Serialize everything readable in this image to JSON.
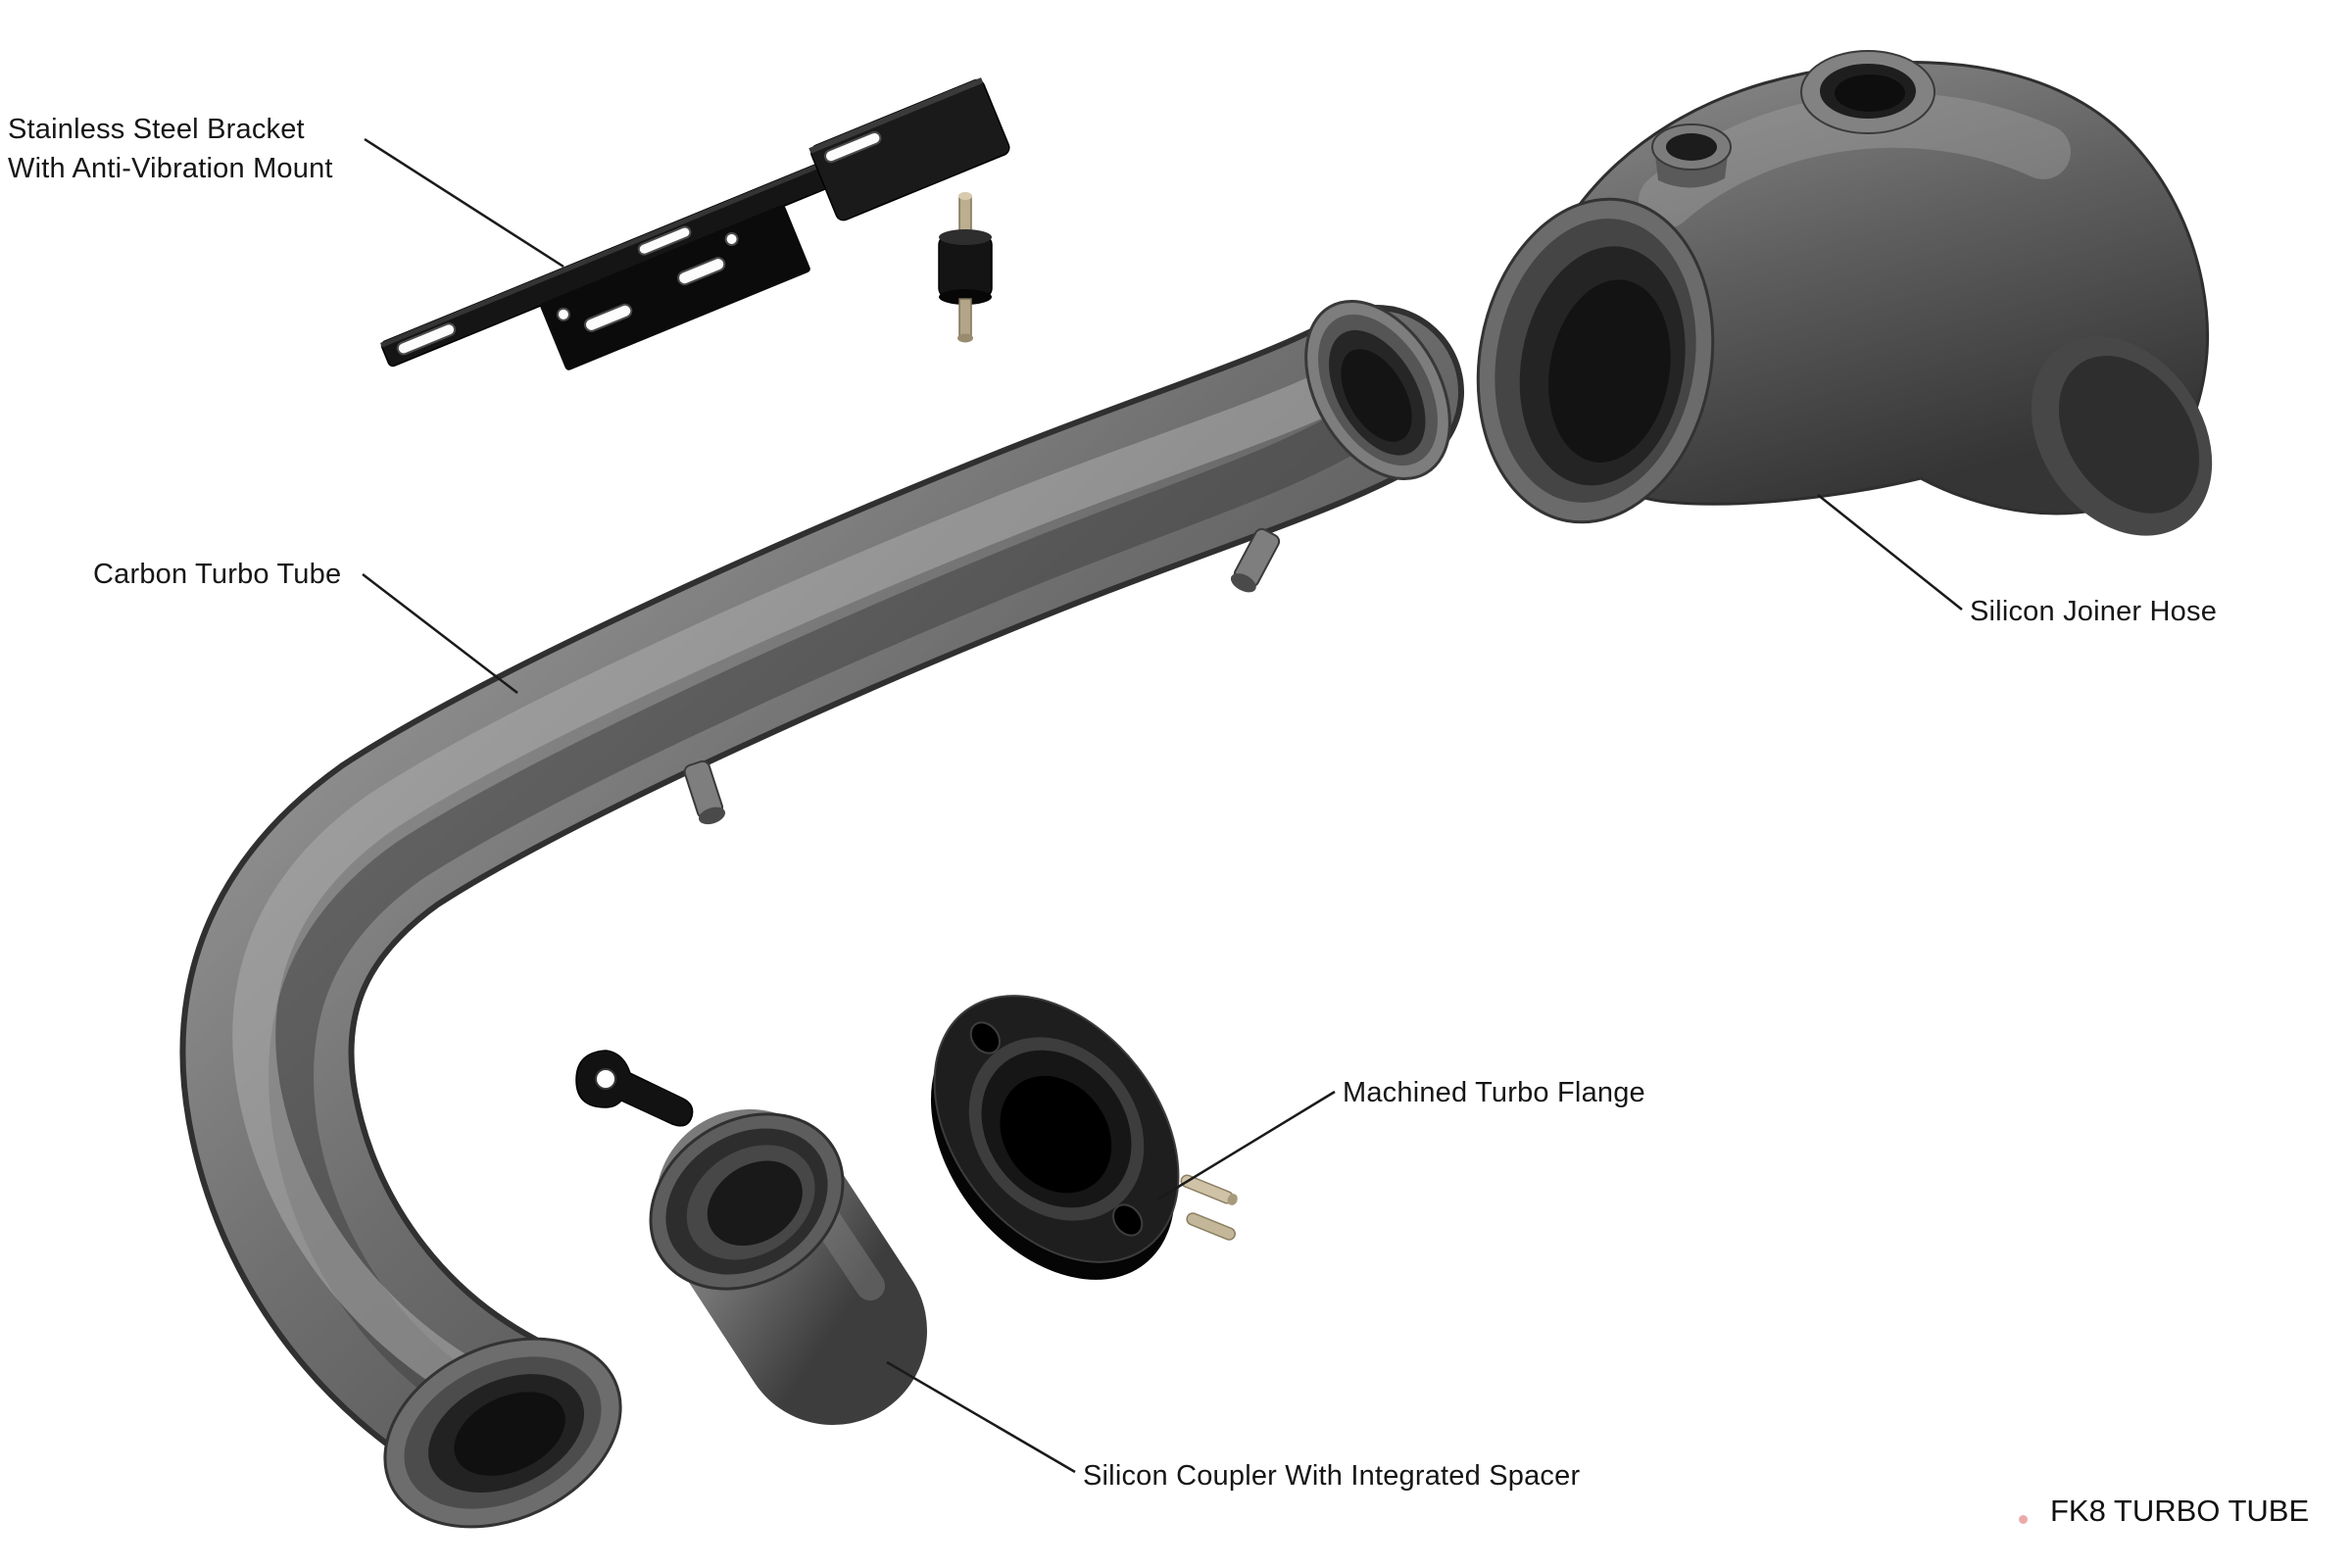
{
  "diagram": {
    "title": "FK8 TURBO TUBE",
    "labels": {
      "bracket_line1": "Stainless Steel Bracket",
      "bracket_line2": "With Anti-Vibration Mount",
      "carbon_tube": "Carbon Turbo Tube",
      "joiner_hose": "Silicon Joiner Hose",
      "turbo_flange": "Machined Turbo Flange",
      "coupler": "Silicon Coupler With Integrated Spacer"
    },
    "colors": {
      "background": "#ffffff",
      "label_text": "#161616",
      "leader_line": "#1a1a1a",
      "tube_light": "#a4a4a4",
      "tube_mid": "#6e6e6e",
      "tube_dark": "#3a3a3a",
      "black_part": "#121212",
      "stud_tan": "#c9bb9d"
    }
  }
}
